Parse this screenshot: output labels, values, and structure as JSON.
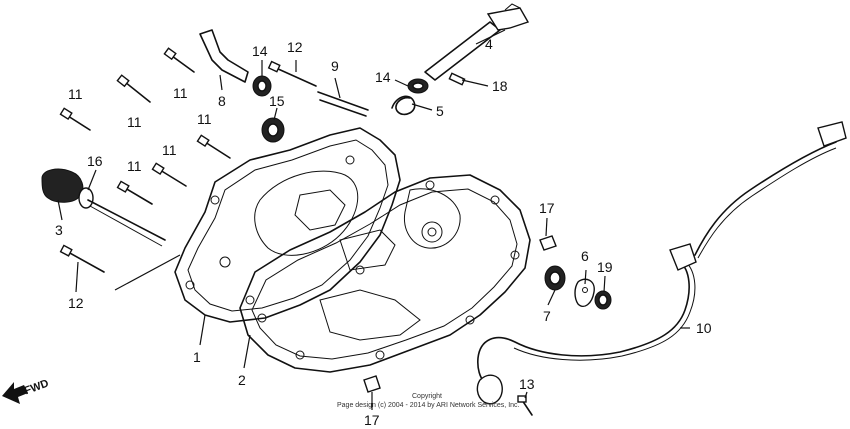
{
  "callouts": {
    "c1": "1",
    "c2": "2",
    "c3": "3",
    "c4": "4",
    "c5": "5",
    "c6": "6",
    "c7": "7",
    "c8": "8",
    "c9": "9",
    "c10": "10",
    "c11a": "11",
    "c11b": "11",
    "c11c": "11",
    "c11d": "11",
    "c11e": "11",
    "c11f": "11",
    "c12a": "12",
    "c12b": "12",
    "c13": "13",
    "c14a": "14",
    "c14b": "14",
    "c15": "15",
    "c16": "16",
    "c17a": "17",
    "c17b": "17",
    "c18": "18",
    "c19": "19"
  },
  "direction_label": "FWD",
  "copyright": {
    "line1": "Copyright",
    "line2": "Page design (c) 2004 - 2014 by ARI Network Services, Inc."
  }
}
